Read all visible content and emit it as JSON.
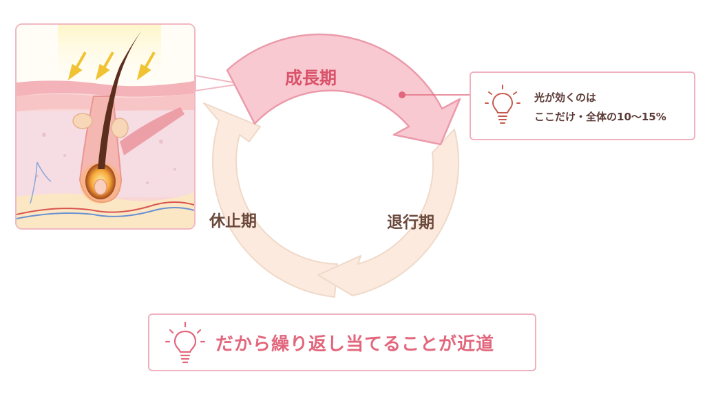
{
  "phases": {
    "growth": "成長期",
    "catagen": "退行期",
    "telogen": "休止期"
  },
  "info": {
    "line1": "光が効くのは",
    "line2": "ここだけ・全体の10〜15%",
    "icon": "lightbulb-icon"
  },
  "bottom": {
    "message": "だから繰り返し当てることが近道",
    "icon": "lightbulb-icon"
  },
  "colors": {
    "growth_arrow": "#f9c9d1",
    "growth_border": "#eb9aaa",
    "other_arrow": "#fbeadd",
    "other_border": "#efd9c9",
    "accent": "#e2677d",
    "box_border": "#f0b0bd"
  }
}
